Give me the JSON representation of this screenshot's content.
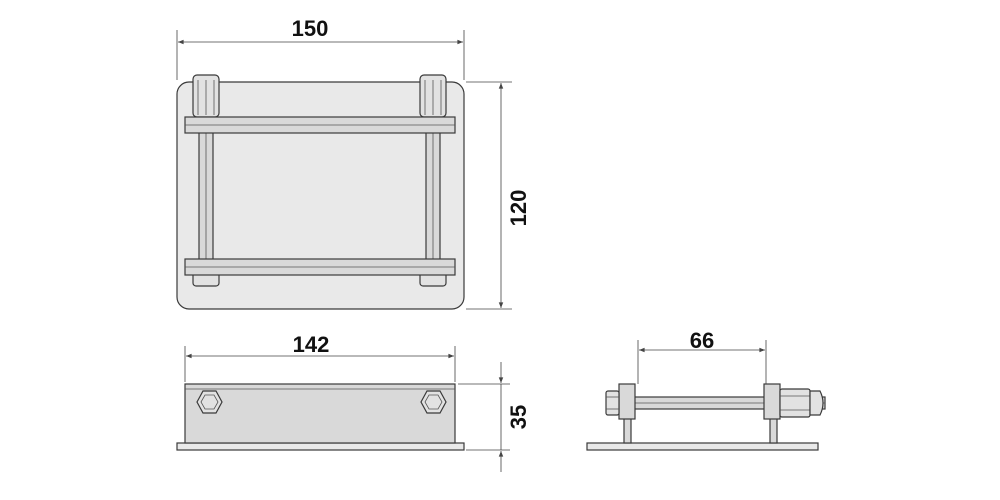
{
  "dimensions": {
    "top_width": "150",
    "top_height": "120",
    "front_width": "142",
    "front_height": "35",
    "side_width": "66"
  },
  "colors": {
    "line": "#3a3a3a",
    "plate_fill": "#e9e9e9",
    "part_fill": "#d9d9d9",
    "text": "#111111"
  }
}
